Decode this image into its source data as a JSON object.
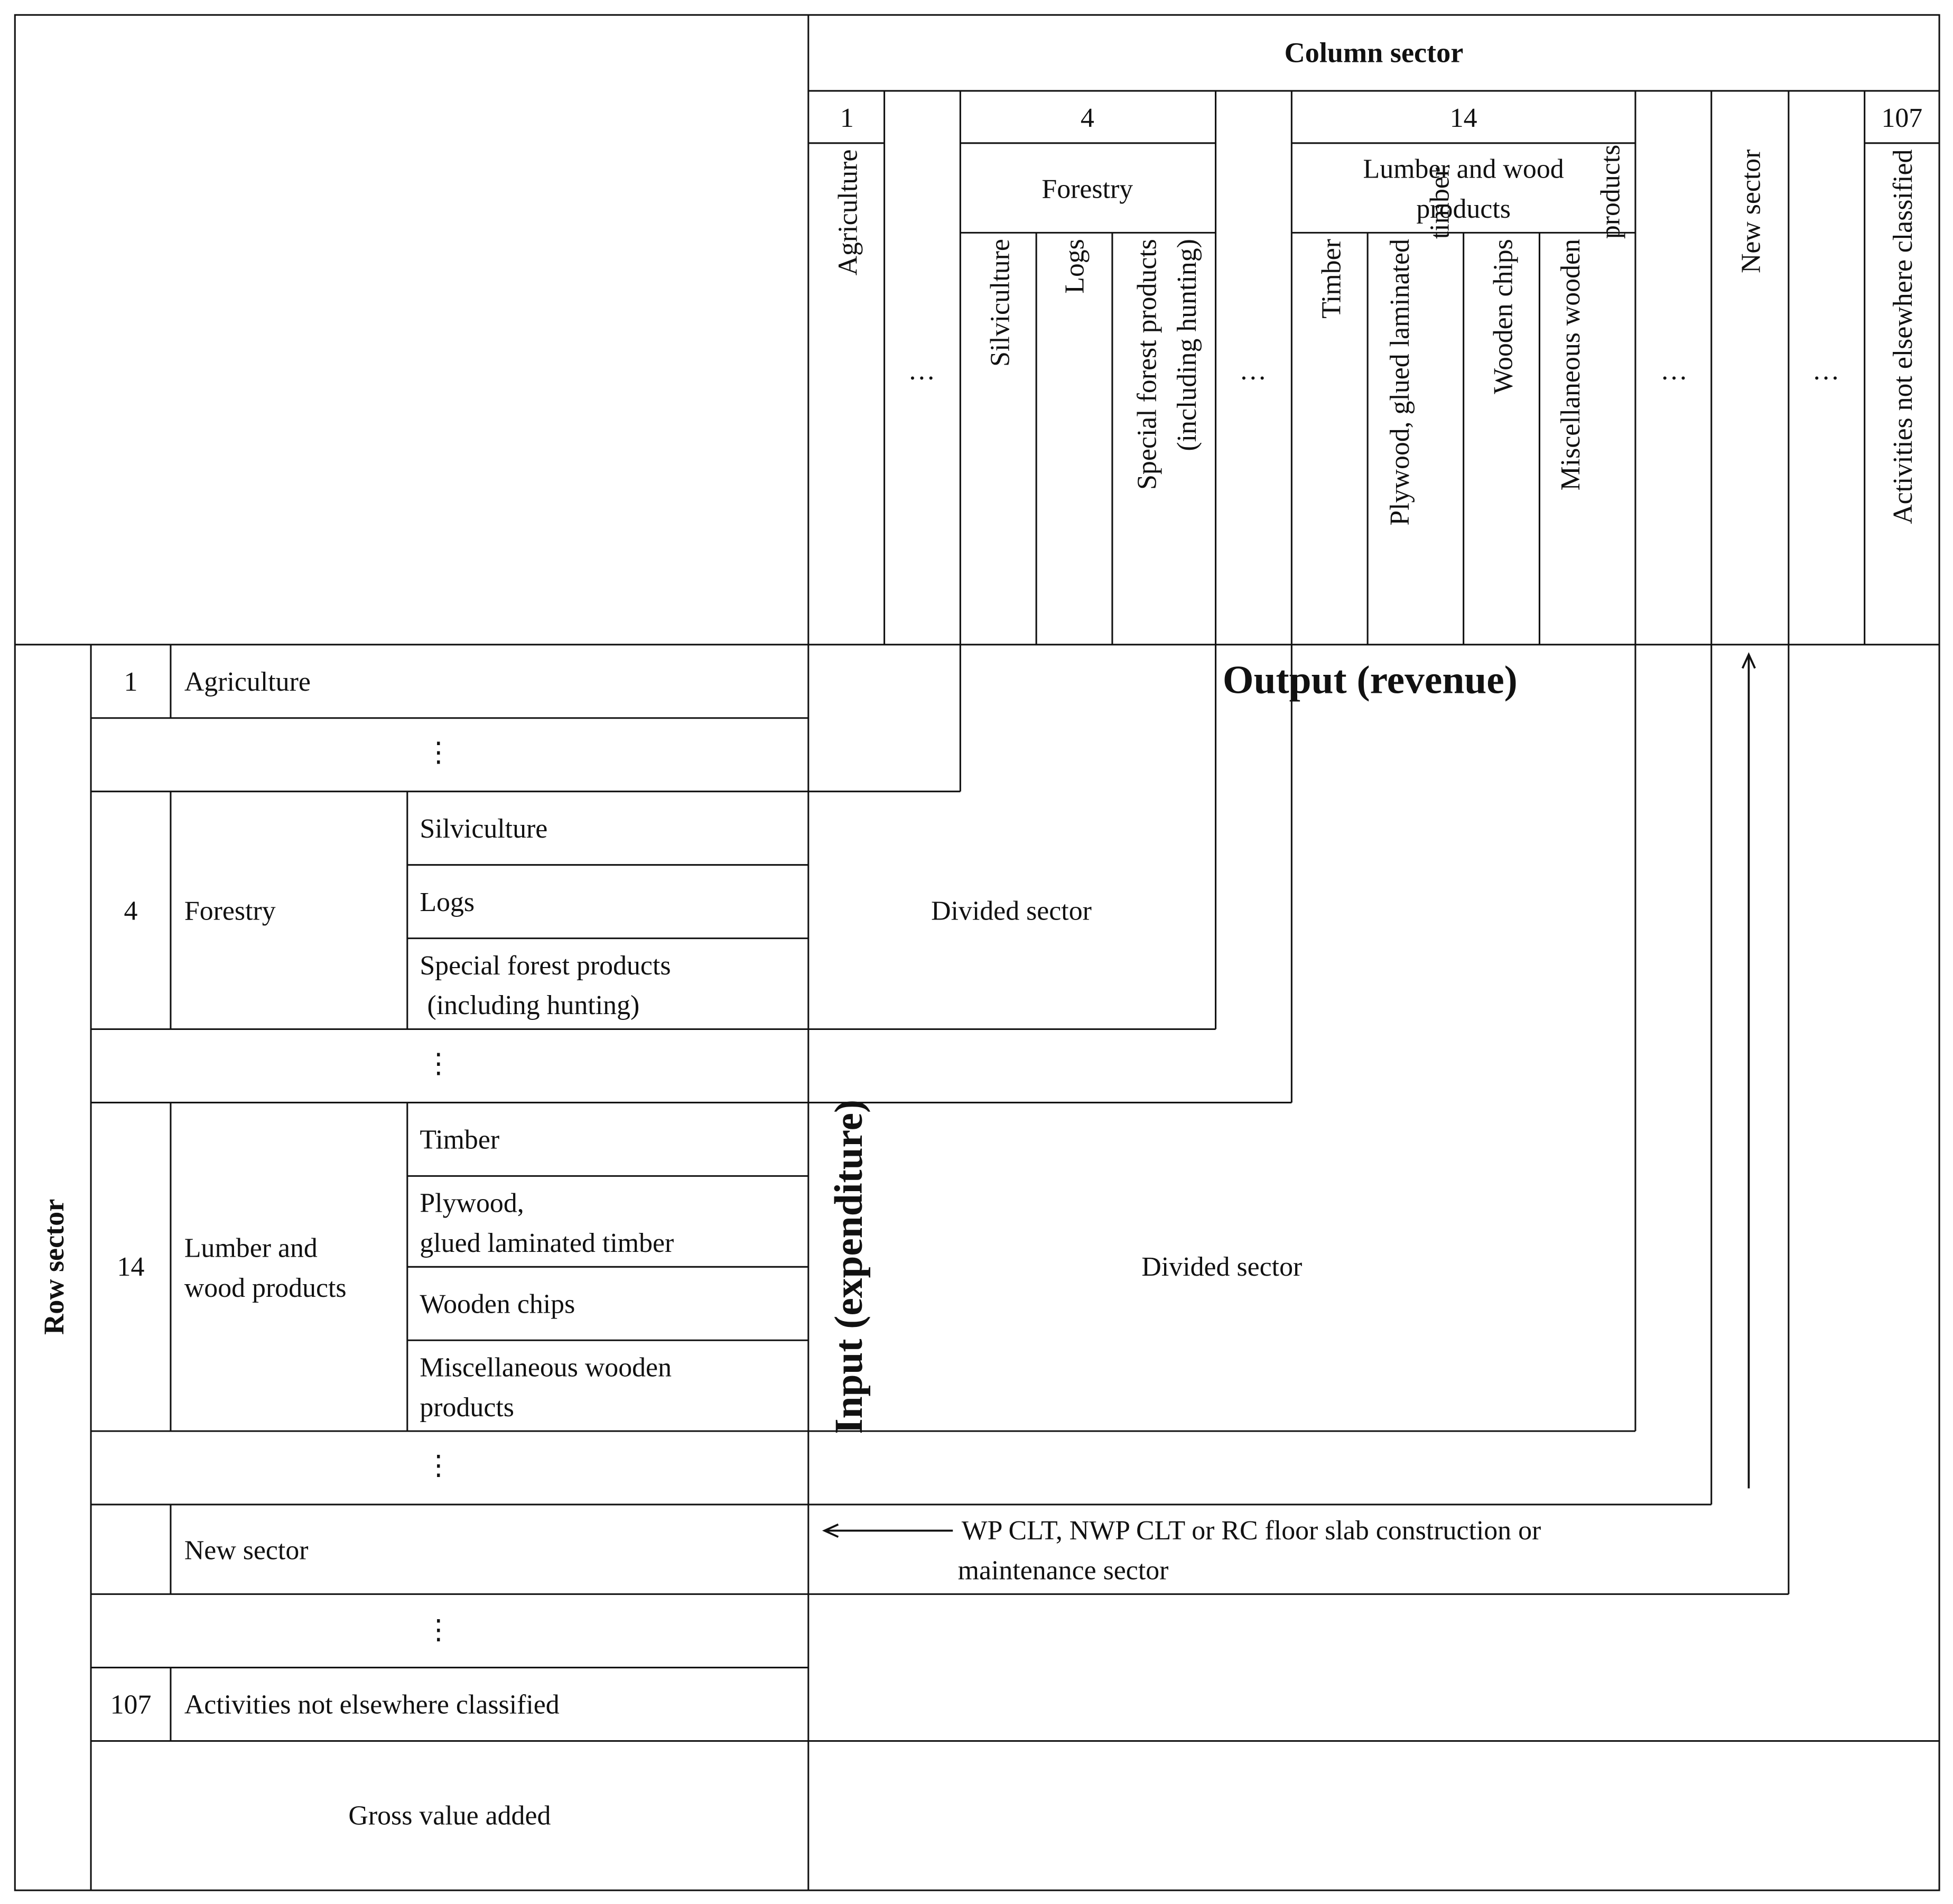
{
  "column_header": {
    "title": "Column sector",
    "codes": {
      "agriculture": "1",
      "forestry": "4",
      "lumber": "14",
      "other": "107"
    },
    "agriculture": "Agriculture",
    "ellipsis": "…",
    "forestry": "Forestry",
    "forestry_subs": [
      "Silviculture",
      "Logs",
      "Special forest products",
      "(including hunting)"
    ],
    "lumber_line1": "Lumber and wood",
    "lumber_line2": "products",
    "lumber_subs": [
      "Timber",
      "Plywood, glued laminated",
      "timber",
      "Wooden chips",
      "Miscellaneous wooden",
      "products"
    ],
    "new_sector": "New sector",
    "other": "Activities not elsewhere classified"
  },
  "row_header": {
    "title": "Row sector",
    "codes": {
      "agriculture": "1",
      "forestry": "4",
      "lumber": "14",
      "other": "107"
    },
    "agriculture": "Agriculture",
    "vdots": "⋮",
    "forestry": "Forestry",
    "forestry_subs": [
      "Silviculture",
      "Logs",
      "Special forest products",
      "(including hunting)"
    ],
    "lumber_line1": "Lumber and",
    "lumber_line2": "wood products",
    "lumber_subs": [
      "Timber",
      "Plywood,",
      "glued laminated timber",
      "Wooden chips",
      "Miscellaneous wooden",
      "products"
    ],
    "new_sector": "New sector",
    "other": "Activities not elsewhere classified",
    "gross_value_added": "Gross value added"
  },
  "body": {
    "output_label": "Output (revenue)",
    "input_label": "Input (expenditure)",
    "divided_sector": "Divided sector",
    "construction_line1": "WP CLT, NWP CLT or RC floor slab construction or",
    "construction_line2": "maintenance sector"
  }
}
